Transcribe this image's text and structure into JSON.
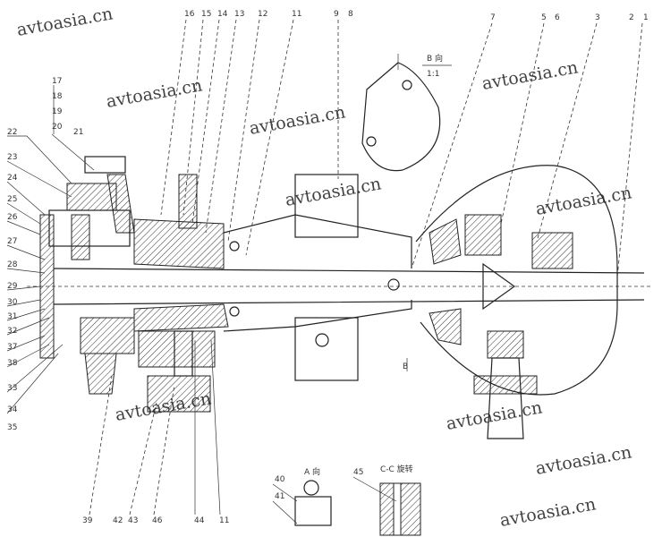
{
  "drawing": {
    "top_labels": [
      "16",
      "15",
      "14",
      "13",
      "12",
      "11",
      "9",
      "8",
      "7",
      "5",
      "6",
      "3",
      "2",
      "1"
    ],
    "left_labels": [
      "17",
      "18",
      "19",
      "20",
      "21",
      "22",
      "23",
      "24",
      "25",
      "26",
      "27",
      "28",
      "29",
      "30",
      "31",
      "32",
      "37",
      "38",
      "33",
      "34",
      "35"
    ],
    "bottom_labels": [
      "39",
      "42",
      "43",
      "46",
      "44",
      "11"
    ],
    "detail_b": {
      "title": "B 向",
      "scale": "1:1"
    },
    "detail_a": {
      "title": "A 向",
      "labels": [
        "40",
        "41"
      ]
    },
    "section_c": {
      "title": "C-C 旋转",
      "label": "45"
    },
    "arrow_b_label": "B"
  },
  "watermark": "avtoasia.cn"
}
